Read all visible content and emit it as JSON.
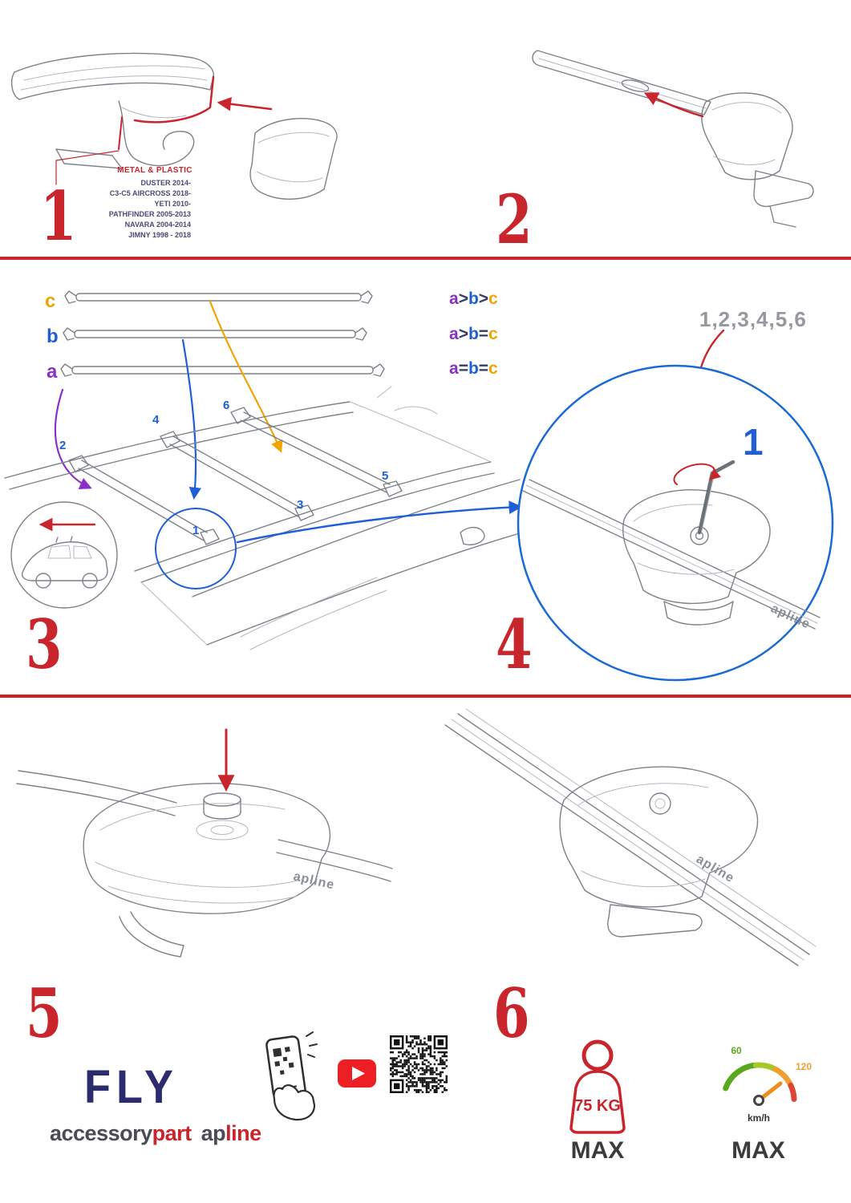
{
  "colors": {
    "accent_red": "#c8252c",
    "accent_blue": "#1f5fd6",
    "accent_purple": "#8b2fc9",
    "accent_orange": "#f0a500",
    "brand_navy": "#2b2b6e",
    "youtube_red": "#ed1f24"
  },
  "steps": [
    "1",
    "2",
    "3",
    "4",
    "5",
    "6"
  ],
  "panel1": {
    "material_label": "METAL & PLASTIC",
    "compatibility": [
      "DUSTER 2014-",
      "C3-C5 AIRCROSS 2018-",
      "YETI 2010-",
      "PATHFINDER 2005-2013",
      "NAVARA 2004-2014",
      "JIMNY 1998 - 2018"
    ]
  },
  "panel3": {
    "bar_a": "a",
    "bar_b": "b",
    "bar_c": "c",
    "legend": [
      {
        "a": "a",
        "op1": ">",
        "b": "b",
        "op2": ">",
        "c": "c"
      },
      {
        "a": "a",
        "op1": ">",
        "b": "b",
        "op2": "=",
        "c": "c"
      },
      {
        "a": "a",
        "op1": "=",
        "b": "b",
        "op2": "=",
        "c": "c"
      }
    ],
    "pos1": "1",
    "pos2": "2",
    "pos3": "3",
    "pos4": "4",
    "pos5": "5",
    "pos6": "6"
  },
  "panel4": {
    "sequence": "1,2,3,4,5,6",
    "highlight": "1"
  },
  "product_logo": "apline",
  "footer": {
    "product_name": "FLY",
    "brand_part1": "accessory",
    "brand_part2": "part",
    "brand_part3": "ap",
    "brand_part4": "line",
    "weight_value": "75 KG",
    "weight_max_label": "MAX",
    "speed_tick_low": "60",
    "speed_tick_high": "120",
    "speed_unit": "km/h",
    "speed_max_label": "MAX"
  }
}
